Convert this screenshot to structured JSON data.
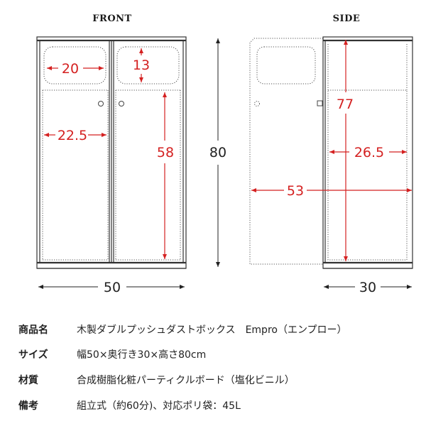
{
  "views": {
    "front_title": "FRONT",
    "side_title": "SIDE"
  },
  "dimensions": {
    "front_window_width": "20",
    "front_window_height": "13",
    "front_inner_width": "22.5",
    "front_door_height": "58",
    "total_height": "80",
    "total_width": "50",
    "side_inner_height": "77",
    "side_inner_depth": "26.5",
    "side_open_depth": "53",
    "total_depth": "30"
  },
  "specs": [
    {
      "label": "商品名",
      "value": "木製ダブルプッシュダストボックス　Empro（エンプロー）"
    },
    {
      "label": "サイズ",
      "value": "幅50×奥行き30×高さ80cm"
    },
    {
      "label": "材質",
      "value": "合成樹脂化粧パーティクルボード（塩化ビニル）"
    },
    {
      "label": "備考",
      "value": "組立式（約60分)、対応ポリ袋：45L"
    }
  ],
  "colors": {
    "dimension_red": "#d42121",
    "outline": "#333333"
  }
}
